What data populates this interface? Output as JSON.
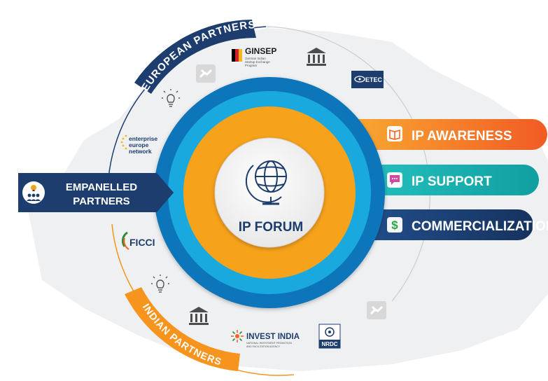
{
  "hub": {
    "title": "IP FORUM"
  },
  "pillars": [
    {
      "label": "IP AWARENESS",
      "icon": "book-icon",
      "color": "#f26522"
    },
    {
      "label": "IP SUPPORT",
      "icon": "chat-icon",
      "color": "#1bb3b1"
    },
    {
      "label": "COMMERCIALIZATION",
      "icon": "dollar-icon",
      "color": "#1b3f7a"
    }
  ],
  "empanelled": {
    "line1": "EMPANELLED",
    "line2": "PARTNERS",
    "color": "#1c3d6e"
  },
  "european": {
    "title": "EUROPEAN PARTNERS",
    "ginsep": {
      "name": "GINSEP",
      "sub1": "German Indian",
      "sub2": "Startup Exchange",
      "sub3": "Program"
    },
    "etec": "ETEC",
    "een": {
      "line1": "enterprise",
      "line2": "europe",
      "line3": "network"
    }
  },
  "indian": {
    "title": "INDIAN PARTNERS",
    "ficci": "FICCI",
    "invest_india": {
      "name": "INVEST INDIA",
      "sub1": "NATIONAL INVESTMENT PROMOTION",
      "sub2": "AND FACILITATION AGENCY"
    },
    "nrdc": "NRDC"
  },
  "colors": {
    "orange": "#f7a21b",
    "cyan": "#1aa9df",
    "blue": "#0a74b9",
    "navy": "#1c3d6e"
  }
}
